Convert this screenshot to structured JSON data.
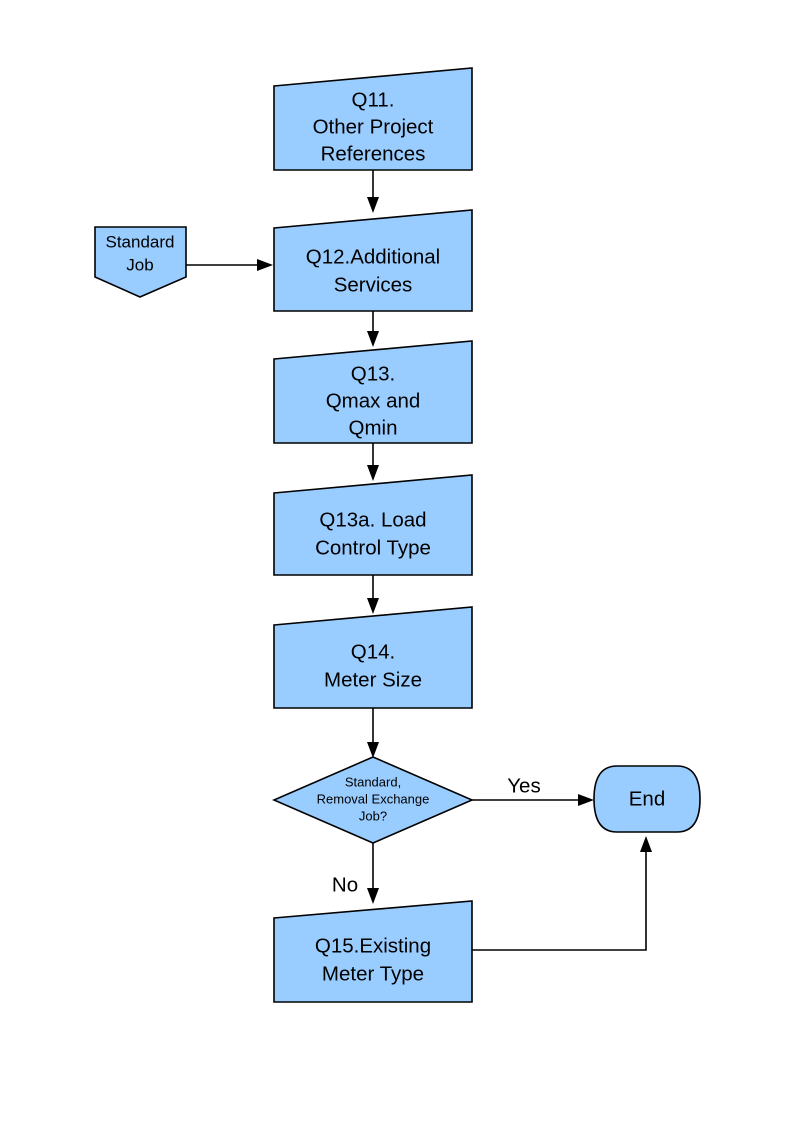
{
  "diagram": {
    "type": "flowchart",
    "title": "",
    "colors": {
      "node_fill": "#99ccff",
      "node_stroke": "#000000",
      "background": "#ffffff",
      "text": "#000000"
    },
    "nodes": [
      {
        "id": "q11",
        "shape": "data-slanted-top",
        "lines": [
          "Q11.",
          "Other Project",
          "References"
        ],
        "line1": "Q11.",
        "line2": "Other Project",
        "line3": "References"
      },
      {
        "id": "standard-job",
        "shape": "pentagon-notched-bottom",
        "lines": [
          "Standard",
          "Job"
        ],
        "line1": "Standard",
        "line2": "Job"
      },
      {
        "id": "q12",
        "shape": "data-slanted-top",
        "lines": [
          "Q12.Additional",
          "Services"
        ],
        "line1": "Q12.Additional",
        "line2": "Services"
      },
      {
        "id": "q13",
        "shape": "data-slanted-top",
        "lines": [
          "Q13.",
          "Qmax and",
          "Qmin"
        ],
        "line1": "Q13.",
        "line2": "Qmax and",
        "line3": "Qmin"
      },
      {
        "id": "q13a",
        "shape": "data-slanted-top",
        "lines": [
          "Q13a. Load",
          "Control Type"
        ],
        "line1": "Q13a. Load",
        "line2": "Control Type"
      },
      {
        "id": "q14",
        "shape": "data-slanted-top",
        "lines": [
          "Q14.",
          "Meter Size"
        ],
        "line1": "Q14.",
        "line2": "Meter Size"
      },
      {
        "id": "decision",
        "shape": "diamond",
        "lines": [
          "Standard,",
          "Removal Exchange",
          "Job?"
        ],
        "line1": "Standard,",
        "line2": "Removal Exchange",
        "line3": "Job?"
      },
      {
        "id": "q15",
        "shape": "data-slanted-top",
        "lines": [
          "Q15.Existing",
          "Meter Type"
        ],
        "line1": "Q15.Existing",
        "line2": "Meter Type"
      },
      {
        "id": "end",
        "shape": "terminator-rounded",
        "lines": [
          "End"
        ],
        "line1": "End"
      }
    ],
    "edges": [
      {
        "id": "e-q11-q12",
        "from": "q11",
        "to": "q12",
        "label": ""
      },
      {
        "id": "e-standardjob-q12",
        "from": "standard-job",
        "to": "q12",
        "label": ""
      },
      {
        "id": "e-q12-q13",
        "from": "q12",
        "to": "q13",
        "label": ""
      },
      {
        "id": "e-q13-q13a",
        "from": "q13",
        "to": "q13a",
        "label": ""
      },
      {
        "id": "e-q13a-q14",
        "from": "q13a",
        "to": "q14",
        "label": ""
      },
      {
        "id": "e-q14-decision",
        "from": "q14",
        "to": "decision",
        "label": ""
      },
      {
        "id": "e-decision-end",
        "from": "decision",
        "to": "end",
        "label": "Yes"
      },
      {
        "id": "e-decision-q15",
        "from": "decision",
        "to": "q15",
        "label": "No"
      },
      {
        "id": "e-q15-end",
        "from": "q15",
        "to": "end",
        "label": ""
      }
    ],
    "edge_labels": {
      "yes": "Yes",
      "no": "No"
    }
  }
}
